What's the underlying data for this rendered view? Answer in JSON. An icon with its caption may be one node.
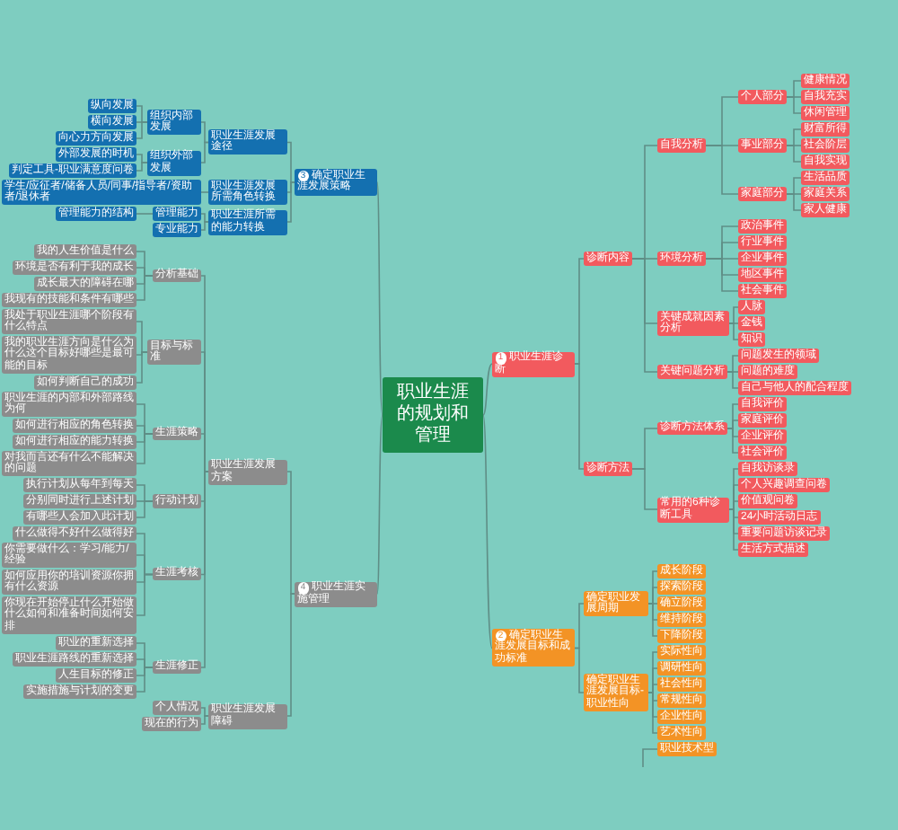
{
  "diagram": {
    "nodes": [
      {
        "text": [
          "职业生涯的规划和管理"
        ]
      },
      {
        "text": [
          "1",
          "职业生涯诊断"
        ]
      },
      {
        "text": [
          "诊断内容"
        ]
      },
      {
        "text": [
          "自我分析"
        ]
      },
      {
        "text": [
          "个人部分"
        ]
      },
      {
        "text": [
          "健康情况"
        ]
      },
      {
        "text": [
          "自我充实"
        ]
      },
      {
        "text": [
          "休闲管理"
        ]
      },
      {
        "text": [
          "事业部分"
        ]
      },
      {
        "text": [
          "财富所得"
        ]
      },
      {
        "text": [
          "社会阶层"
        ]
      },
      {
        "text": [
          "自我实现"
        ]
      },
      {
        "text": [
          "家庭部分"
        ]
      },
      {
        "text": [
          "生活品质"
        ]
      },
      {
        "text": [
          "家庭关系"
        ]
      },
      {
        "text": [
          "家人健康"
        ]
      },
      {
        "text": [
          "环境分析"
        ]
      },
      {
        "text": [
          "政治事件"
        ]
      },
      {
        "text": [
          "行业事件"
        ]
      },
      {
        "text": [
          "企业事件"
        ]
      },
      {
        "text": [
          "地区事件"
        ]
      },
      {
        "text": [
          "社会事件"
        ]
      },
      {
        "text": [
          "关键成就因素分析"
        ]
      },
      {
        "text": [
          "人脉"
        ]
      },
      {
        "text": [
          "金钱"
        ]
      },
      {
        "text": [
          "知识"
        ]
      },
      {
        "text": [
          "关键问题分析"
        ]
      },
      {
        "text": [
          "问题发生的领域"
        ]
      },
      {
        "text": [
          "问题的难度"
        ]
      },
      {
        "text": [
          "自己与他人的配合程度"
        ]
      },
      {
        "text": [
          "诊断方法"
        ]
      },
      {
        "text": [
          "诊断方法体系"
        ]
      },
      {
        "text": [
          "自我评价"
        ]
      },
      {
        "text": [
          "家庭评价"
        ]
      },
      {
        "text": [
          "企业评价"
        ]
      },
      {
        "text": [
          "社会评价"
        ]
      },
      {
        "text": [
          "常用的6种诊断工具"
        ]
      },
      {
        "text": [
          "自我访谈录"
        ]
      },
      {
        "text": [
          "个人兴趣调查问卷"
        ]
      },
      {
        "text": [
          "价值观问卷"
        ]
      },
      {
        "text": [
          "24小时活动日志"
        ]
      },
      {
        "text": [
          "重要问题访谈记录"
        ]
      },
      {
        "text": [
          "生活方式描述"
        ]
      },
      {
        "text": [
          "2",
          "确定职业生涯发展目标和成功标准"
        ]
      },
      {
        "text": [
          "确定职业发展周期"
        ]
      },
      {
        "text": [
          "成长阶段"
        ]
      },
      {
        "text": [
          "探索阶段"
        ]
      },
      {
        "text": [
          "确立阶段"
        ]
      },
      {
        "text": [
          "维持阶段"
        ]
      },
      {
        "text": [
          "下降阶段"
        ]
      },
      {
        "text": [
          "确定职业生涯发展目标-职业性向"
        ]
      },
      {
        "text": [
          "实际性向"
        ]
      },
      {
        "text": [
          "调研性向"
        ]
      },
      {
        "text": [
          "社会性向"
        ]
      },
      {
        "text": [
          "常规性向"
        ]
      },
      {
        "text": [
          "企业性向"
        ]
      },
      {
        "text": [
          "艺术性向"
        ]
      },
      {
        "text": [
          "职业技术型"
        ]
      },
      {
        "text": [
          "3",
          "确定职业生涯发展策略"
        ]
      },
      {
        "text": [
          "职业生涯发展途径"
        ]
      },
      {
        "text": [
          "组织内部发展"
        ]
      },
      {
        "text": [
          "纵向发展"
        ]
      },
      {
        "text": [
          "横向发展"
        ]
      },
      {
        "text": [
          "向心力方向发展"
        ]
      },
      {
        "text": [
          "组织外部发展"
        ]
      },
      {
        "text": [
          "外部发展的时机"
        ]
      },
      {
        "text": [
          "判定工具-职业满意度问卷"
        ]
      },
      {
        "text": [
          "职业生涯发展所需角色转换"
        ]
      },
      {
        "text": [
          "学生/应征者/储备人员/同事/指导者/资助者/退休者"
        ]
      },
      {
        "text": [
          "职业生涯所需的能力转换"
        ]
      },
      {
        "text": [
          "管理能力"
        ]
      },
      {
        "text": [
          "管理能力的结构"
        ]
      },
      {
        "text": [
          "专业能力"
        ]
      },
      {
        "text": [
          "4",
          "职业生涯实施管理"
        ]
      },
      {
        "text": [
          "职业生涯发展方案"
        ]
      },
      {
        "text": [
          "分析基础"
        ]
      },
      {
        "text": [
          "我的人生价值是什么"
        ]
      },
      {
        "text": [
          "环境是否有利于我的成长"
        ]
      },
      {
        "text": [
          "成长最大的障碍在哪"
        ]
      },
      {
        "text": [
          "我现有的技能和条件有哪些"
        ]
      },
      {
        "text": [
          "目标与标准"
        ]
      },
      {
        "text": [
          "我处于职业生涯哪个阶段有什么特点"
        ]
      },
      {
        "text": [
          "我的职业生涯方向是什么为什么这个目标好哪些是最可能的目标"
        ]
      },
      {
        "text": [
          "如何判断自己的成功"
        ]
      },
      {
        "text": [
          "生涯策略"
        ]
      },
      {
        "text": [
          "职业生涯的内部和外部路线为何"
        ]
      },
      {
        "text": [
          "如何进行相应的角色转换"
        ]
      },
      {
        "text": [
          "如何进行相应的能力转换"
        ]
      },
      {
        "text": [
          "对我而言还有什么不能解决的问题"
        ]
      },
      {
        "text": [
          "行动计划"
        ]
      },
      {
        "text": [
          "执行计划从每年到每天"
        ]
      },
      {
        "text": [
          "分别同时进行上述计划"
        ]
      },
      {
        "text": [
          "有哪些人会加入此计划"
        ]
      },
      {
        "text": [
          "生涯考核"
        ]
      },
      {
        "text": [
          "什么做得不好什么做得好"
        ]
      },
      {
        "text": [
          "你需要做什么：学习/能力/经验"
        ]
      },
      {
        "text": [
          "如何应用你的培训资源你拥有什么资源"
        ]
      },
      {
        "text": [
          "你现在开始停止什么开始做什么如何和准备时间如何安排"
        ]
      },
      {
        "text": [
          "生涯修正"
        ]
      },
      {
        "text": [
          "职业的重新选择"
        ]
      },
      {
        "text": [
          "职业生涯路线的重新选择"
        ]
      },
      {
        "text": [
          "人生目标的修正"
        ]
      },
      {
        "text": [
          "实施措施与计划的变更"
        ]
      },
      {
        "text": [
          "职业生涯发展障碍"
        ]
      },
      {
        "text": [
          "个人情况"
        ]
      },
      {
        "text": [
          "现在的行为"
        ]
      }
    ],
    "edges": [
      {
        "from": 0,
        "to": 1,
        "arrow": "none"
      },
      {
        "from": 1,
        "to": 2,
        "arrow": "none"
      },
      {
        "from": 2,
        "to": 3,
        "arrow": "none"
      },
      {
        "from": 3,
        "to": 4,
        "arrow": "none"
      },
      {
        "from": 4,
        "to": 5,
        "arrow": "none"
      },
      {
        "from": 4,
        "to": 6,
        "arrow": "none"
      },
      {
        "from": 4,
        "to": 7,
        "arrow": "none"
      },
      {
        "from": 3,
        "to": 8,
        "arrow": "none"
      },
      {
        "from": 8,
        "to": 9,
        "arrow": "none"
      },
      {
        "from": 8,
        "to": 10,
        "arrow": "none"
      },
      {
        "from": 8,
        "to": 11,
        "arrow": "none"
      },
      {
        "from": 3,
        "to": 12,
        "arrow": "none"
      },
      {
        "from": 12,
        "to": 13,
        "arrow": "none"
      },
      {
        "from": 12,
        "to": 14,
        "arrow": "none"
      },
      {
        "from": 12,
        "to": 15,
        "arrow": "none"
      },
      {
        "from": 2,
        "to": 16,
        "arrow": "none"
      },
      {
        "from": 16,
        "to": 17,
        "arrow": "none"
      },
      {
        "from": 16,
        "to": 18,
        "arrow": "none"
      },
      {
        "from": 16,
        "to": 19,
        "arrow": "none"
      },
      {
        "from": 16,
        "to": 20,
        "arrow": "none"
      },
      {
        "from": 16,
        "to": 21,
        "arrow": "none"
      },
      {
        "from": 2,
        "to": 22,
        "arrow": "none"
      },
      {
        "from": 22,
        "to": 23,
        "arrow": "none"
      },
      {
        "from": 22,
        "to": 24,
        "arrow": "none"
      },
      {
        "from": 22,
        "to": 25,
        "arrow": "none"
      },
      {
        "from": 2,
        "to": 26,
        "arrow": "none"
      },
      {
        "from": 26,
        "to": 27,
        "arrow": "none"
      },
      {
        "from": 26,
        "to": 28,
        "arrow": "none"
      },
      {
        "from": 26,
        "to": 29,
        "arrow": "none"
      },
      {
        "from": 1,
        "to": 30,
        "arrow": "none"
      },
      {
        "from": 30,
        "to": 31,
        "arrow": "none"
      },
      {
        "from": 31,
        "to": 32,
        "arrow": "none"
      },
      {
        "from": 31,
        "to": 33,
        "arrow": "none"
      },
      {
        "from": 31,
        "to": 34,
        "arrow": "none"
      },
      {
        "from": 31,
        "to": 35,
        "arrow": "none"
      },
      {
        "from": 30,
        "to": 36,
        "arrow": "none"
      },
      {
        "from": 36,
        "to": 37,
        "arrow": "none"
      },
      {
        "from": 36,
        "to": 38,
        "arrow": "none"
      },
      {
        "from": 36,
        "to": 39,
        "arrow": "none"
      },
      {
        "from": 36,
        "to": 40,
        "arrow": "none"
      },
      {
        "from": 36,
        "to": 41,
        "arrow": "none"
      },
      {
        "from": 36,
        "to": 42,
        "arrow": "none"
      },
      {
        "from": 0,
        "to": 43,
        "arrow": "none"
      },
      {
        "from": 43,
        "to": 44,
        "arrow": "none"
      },
      {
        "from": 44,
        "to": 45,
        "arrow": "none"
      },
      {
        "from": 44,
        "to": 46,
        "arrow": "none"
      },
      {
        "from": 44,
        "to": 47,
        "arrow": "none"
      },
      {
        "from": 44,
        "to": 48,
        "arrow": "none"
      },
      {
        "from": 44,
        "to": 49,
        "arrow": "none"
      },
      {
        "from": 43,
        "to": 50,
        "arrow": "none"
      },
      {
        "from": 50,
        "to": 51,
        "arrow": "none"
      },
      {
        "from": 50,
        "to": 52,
        "arrow": "none"
      },
      {
        "from": 50,
        "to": 53,
        "arrow": "none"
      },
      {
        "from": 50,
        "to": 54,
        "arrow": "none"
      },
      {
        "from": 50,
        "to": 55,
        "arrow": "none"
      },
      {
        "from": 50,
        "to": 56,
        "arrow": "none"
      },
      {
        "from": null,
        "to": 57,
        "arrow": "none"
      },
      {
        "from": 58,
        "to": 0,
        "arrow": "none"
      },
      {
        "from": 59,
        "to": 58,
        "arrow": "none"
      },
      {
        "from": 60,
        "to": 59,
        "arrow": "none"
      },
      {
        "from": 61,
        "to": 60,
        "arrow": "none"
      },
      {
        "from": 62,
        "to": 60,
        "arrow": "none"
      },
      {
        "from": 63,
        "to": 60,
        "arrow": "none"
      },
      {
        "from": 64,
        "to": 59,
        "arrow": "none"
      },
      {
        "from": 65,
        "to": 64,
        "arrow": "none"
      },
      {
        "from": 66,
        "to": 64,
        "arrow": "none"
      },
      {
        "from": 67,
        "to": 58,
        "arrow": "none"
      },
      {
        "from": 68,
        "to": 67,
        "arrow": "none"
      },
      {
        "from": 69,
        "to": 58,
        "arrow": "none"
      },
      {
        "from": 70,
        "to": 69,
        "arrow": "none"
      },
      {
        "from": 71,
        "to": 70,
        "arrow": "none"
      },
      {
        "from": 72,
        "to": 69,
        "arrow": "none"
      },
      {
        "from": 73,
        "to": 0,
        "arrow": "none"
      },
      {
        "from": 74,
        "to": 73,
        "arrow": "none"
      },
      {
        "from": 75,
        "to": 74,
        "arrow": "none"
      },
      {
        "from": 76,
        "to": 75,
        "arrow": "none"
      },
      {
        "from": 77,
        "to": 75,
        "arrow": "none"
      },
      {
        "from": 78,
        "to": 75,
        "arrow": "none"
      },
      {
        "from": 79,
        "to": 75,
        "arrow": "none"
      },
      {
        "from": 80,
        "to": 74,
        "arrow": "none"
      },
      {
        "from": 81,
        "to": 80,
        "arrow": "none"
      },
      {
        "from": 82,
        "to": 80,
        "arrow": "none"
      },
      {
        "from": 83,
        "to": 80,
        "arrow": "none"
      },
      {
        "from": 84,
        "to": 74,
        "arrow": "none"
      },
      {
        "from": 85,
        "to": 84,
        "arrow": "none"
      },
      {
        "from": 86,
        "to": 84,
        "arrow": "none"
      },
      {
        "from": 87,
        "to": 84,
        "arrow": "none"
      },
      {
        "from": 88,
        "to": 84,
        "arrow": "none"
      },
      {
        "from": 89,
        "to": 74,
        "arrow": "none"
      },
      {
        "from": 90,
        "to": 89,
        "arrow": "none"
      },
      {
        "from": 91,
        "to": 89,
        "arrow": "none"
      },
      {
        "from": 92,
        "to": 89,
        "arrow": "none"
      },
      {
        "from": 93,
        "to": 74,
        "arrow": "none"
      },
      {
        "from": 94,
        "to": 93,
        "arrow": "none"
      },
      {
        "from": 95,
        "to": 93,
        "arrow": "none"
      },
      {
        "from": 96,
        "to": 93,
        "arrow": "none"
      },
      {
        "from": 97,
        "to": 93,
        "arrow": "none"
      },
      {
        "from": 98,
        "to": 74,
        "arrow": "none"
      },
      {
        "from": 99,
        "to": 98,
        "arrow": "none"
      },
      {
        "from": 100,
        "to": 98,
        "arrow": "none"
      },
      {
        "from": 101,
        "to": 98,
        "arrow": "none"
      },
      {
        "from": 102,
        "to": 98,
        "arrow": "none"
      },
      {
        "from": 103,
        "to": 73,
        "arrow": "none"
      },
      {
        "from": 104,
        "to": 103,
        "arrow": "none"
      },
      {
        "from": 105,
        "to": 103,
        "arrow": "none"
      }
    ]
  }
}
